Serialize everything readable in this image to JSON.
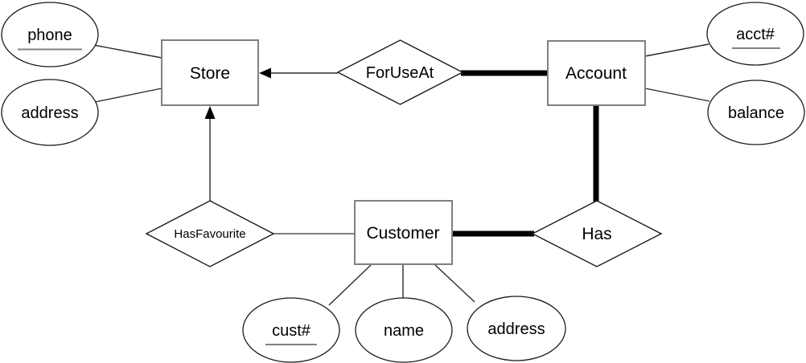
{
  "diagram": {
    "kind": "entity-relationship-diagram",
    "entities": [
      {
        "id": "store",
        "label": "Store"
      },
      {
        "id": "account",
        "label": "Account"
      },
      {
        "id": "customer",
        "label": "Customer"
      }
    ],
    "relationships": [
      {
        "id": "foruseat",
        "label": "ForUseAt"
      },
      {
        "id": "has",
        "label": "Has"
      },
      {
        "id": "hasfavourite",
        "label": "HasFavourite"
      }
    ],
    "attributes": [
      {
        "id": "store-phone",
        "label": "phone",
        "entity": "Store",
        "is_key": true
      },
      {
        "id": "store-address",
        "label": "address",
        "entity": "Store",
        "is_key": false
      },
      {
        "id": "account-acct",
        "label": "acct#",
        "entity": "Account",
        "is_key": true
      },
      {
        "id": "account-balance",
        "label": "balance",
        "entity": "Account",
        "is_key": false
      },
      {
        "id": "customer-cust",
        "label": "cust#",
        "entity": "Customer",
        "is_key": true
      },
      {
        "id": "customer-name",
        "label": "name",
        "entity": "Customer",
        "is_key": false
      },
      {
        "id": "customer-address",
        "label": "address",
        "entity": "Customer",
        "is_key": false
      }
    ],
    "edges": [
      {
        "from": "phone",
        "to": "Store",
        "style": "thin"
      },
      {
        "from": "address",
        "to": "Store",
        "style": "thin"
      },
      {
        "from": "ForUseAt",
        "to": "Store",
        "style": "arrow"
      },
      {
        "from": "ForUseAt",
        "to": "Account",
        "style": "thick"
      },
      {
        "from": "Account",
        "to": "acct#",
        "style": "thin"
      },
      {
        "from": "Account",
        "to": "balance",
        "style": "thin"
      },
      {
        "from": "Account",
        "to": "Has",
        "style": "thick"
      },
      {
        "from": "Customer",
        "to": "Has",
        "style": "thick"
      },
      {
        "from": "HasFavourite",
        "to": "Customer",
        "style": "thin-gray"
      },
      {
        "from": "HasFavourite",
        "to": "Store",
        "style": "arrow"
      },
      {
        "from": "Customer",
        "to": "cust#",
        "style": "thin"
      },
      {
        "from": "Customer",
        "to": "name",
        "style": "thin"
      },
      {
        "from": "Customer",
        "to": "address",
        "style": "thin"
      }
    ],
    "colors": {
      "background": "#ffffff",
      "entity_border": "#808080",
      "shape_outline": "#1a1a1a",
      "text": "#000000",
      "key_underline": "#808080",
      "thick_edge": "#000000"
    }
  }
}
